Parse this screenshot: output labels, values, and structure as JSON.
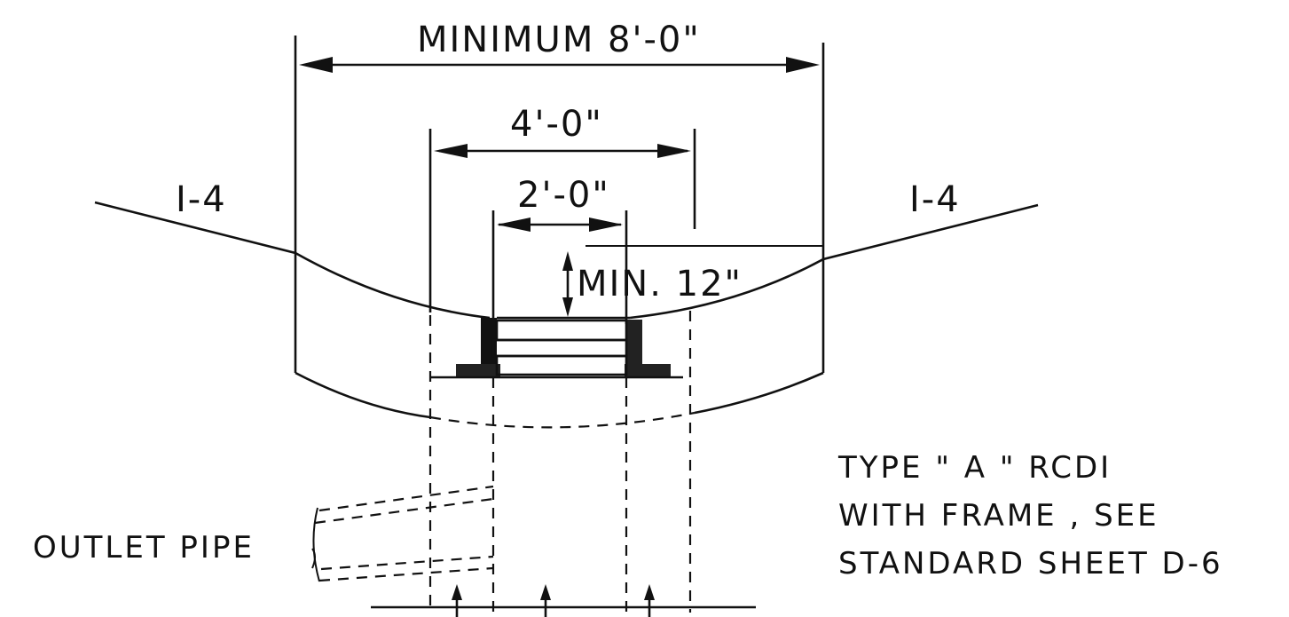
{
  "dimensions": {
    "overall_width": "MINIMUM  8'-0\"",
    "frame_width": "4'-0\"",
    "opening_width": "2'-0\"",
    "depth": "MIN.  12\""
  },
  "labels": {
    "slope_left": "I-4",
    "slope_right": "I-4",
    "outlet_pipe": "OUTLET PIPE"
  },
  "note": {
    "line1": "TYPE \" A \" RCDI",
    "line2": "WITH FRAME , SEE",
    "line3": "STANDARD SHEET D-6"
  }
}
